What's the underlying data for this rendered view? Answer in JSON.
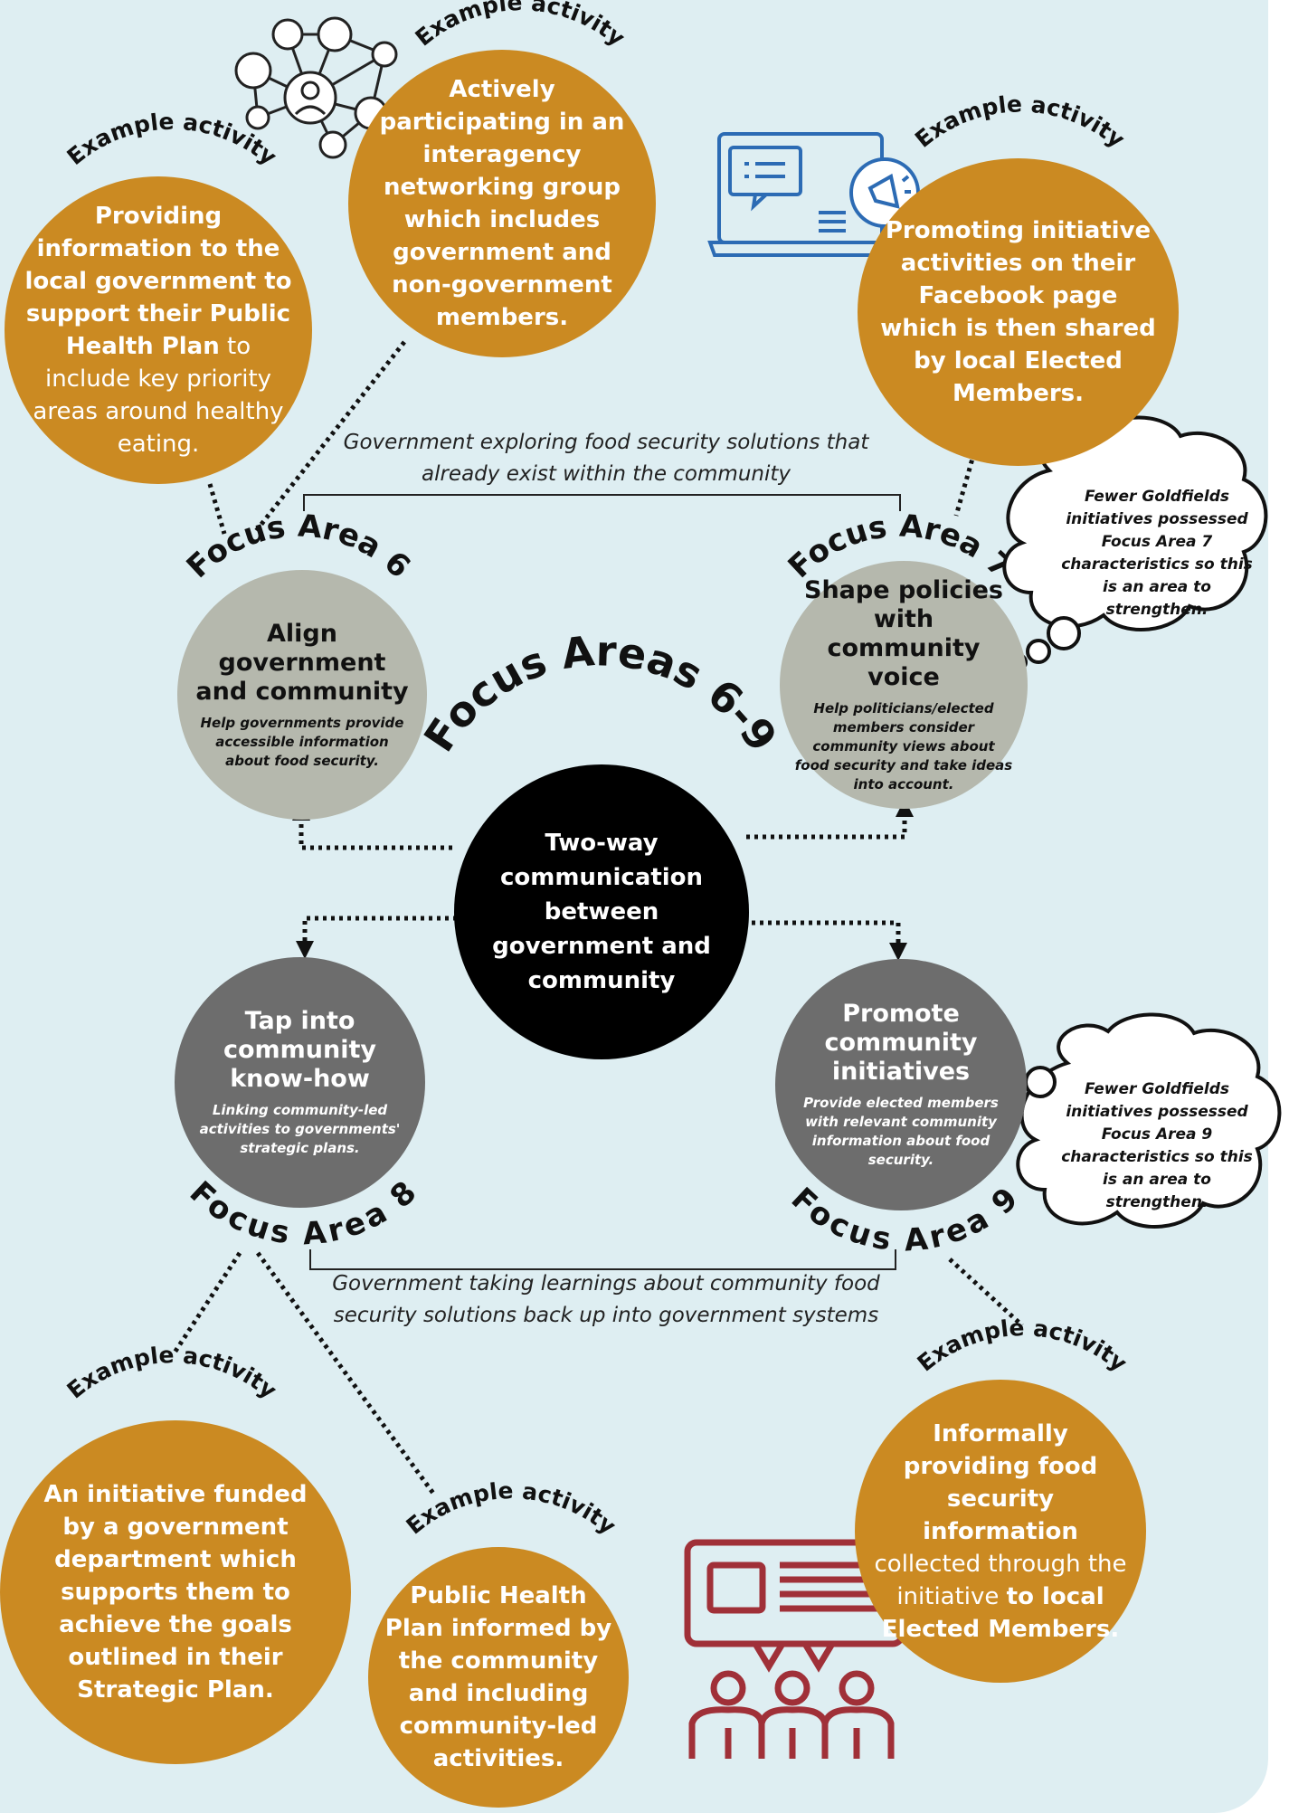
{
  "center": {
    "arc_title": "Focus Areas 6-9",
    "text": "Two-way communication between government and community"
  },
  "notes": {
    "top": "Government exploring food security solutions that already exist within the community",
    "bottom": "Government taking learnings about community food security solutions back up into government systems"
  },
  "focus_areas": [
    {
      "label": "Focus Area 6",
      "title": "Align government and community",
      "desc": "Help governments provide accessible information about food security."
    },
    {
      "label": "Focus Area 7",
      "title": "Shape policies with community voice",
      "desc": "Help politicians/elected members consider community views about food security and take ideas into account."
    },
    {
      "label": "Focus Area 8",
      "title": "Tap into community know-how",
      "desc": "Linking community-led activities to governments' strategic plans."
    },
    {
      "label": "Focus Area 9",
      "title": "Promote community initiatives",
      "desc": "Provide elected members with relevant community information about food security."
    }
  ],
  "clouds": [
    {
      "text": "Fewer Goldfields initiatives possessed Focus Area 7 characteristics so this is an area to strengthen."
    },
    {
      "text": "Fewer Goldfields initiatives possessed Focus Area 9 characteristics so this is an area to strengthen."
    }
  ],
  "example_heading": "Example activity",
  "examples": [
    {
      "bold1": "Providing information to the local government to support their Public Health Plan",
      "light1": " to include key priority areas around healthy eating.",
      "bold2": "",
      "light2": "",
      "bold3": ""
    },
    {
      "bold1": "Actively participating in an interagency networking group which includes government and non-government members.",
      "light1": "",
      "bold2": "",
      "light2": "",
      "bold3": ""
    },
    {
      "bold1": "Promoting initiative activities on their Facebook page which is then shared by local Elected Members.",
      "light1": "",
      "bold2": "",
      "light2": "",
      "bold3": ""
    },
    {
      "bold1": "An initiative funded by a government department which supports them to achieve the goals outlined in their Strategic Plan.",
      "light1": "",
      "bold2": "",
      "light2": "",
      "bold3": ""
    },
    {
      "bold1": "Public Health Plan informed by the community and including community-led activities.",
      "light1": "",
      "bold2": "",
      "light2": "",
      "bold3": ""
    },
    {
      "bold1": "Informally providing food security information",
      "light1": " collected through the initiative ",
      "bold2": "to local Elected Members.",
      "light2": "",
      "bold3": ""
    }
  ],
  "icons": [
    "network-people-icon",
    "laptop-megaphone-icon",
    "presentation-audience-icon"
  ],
  "colors": {
    "background": "#deeef2",
    "orange": "#cb8a22",
    "grey_dark": "#6d6d6d",
    "grey_light": "#b5b8ad",
    "center": "#000000",
    "icon_blue": "#2c6bb4",
    "icon_red": "#a03038"
  }
}
